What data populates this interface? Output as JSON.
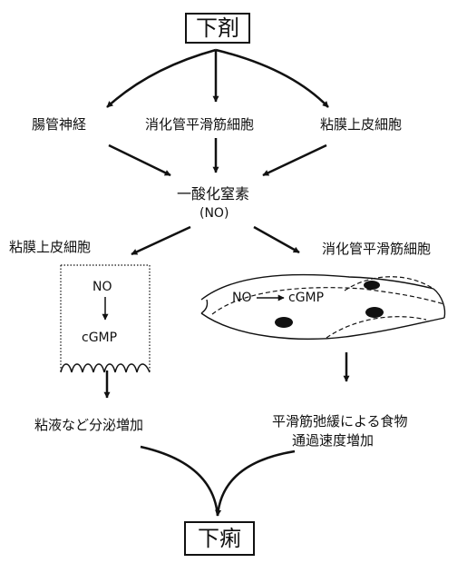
{
  "diagram": {
    "top_box": "下剤",
    "sources": {
      "left": "腸管神経",
      "center": "消化管平滑筋細胞",
      "right": "粘膜上皮細胞"
    },
    "center_node": {
      "line1": "一酸化窒素",
      "line2": "(NO)"
    },
    "left_branch": {
      "title": "粘膜上皮細胞",
      "cell_no": "NO",
      "cell_cgmp": "cGMP",
      "effect": "粘液など分泌増加"
    },
    "right_branch": {
      "title": "消化管平滑筋細胞",
      "cell_no": "NO",
      "cell_cgmp": "cGMP",
      "effect_line1": "平滑筋弛緩による食物",
      "effect_line2": "通過速度増加"
    },
    "bottom_box": "下痢"
  }
}
